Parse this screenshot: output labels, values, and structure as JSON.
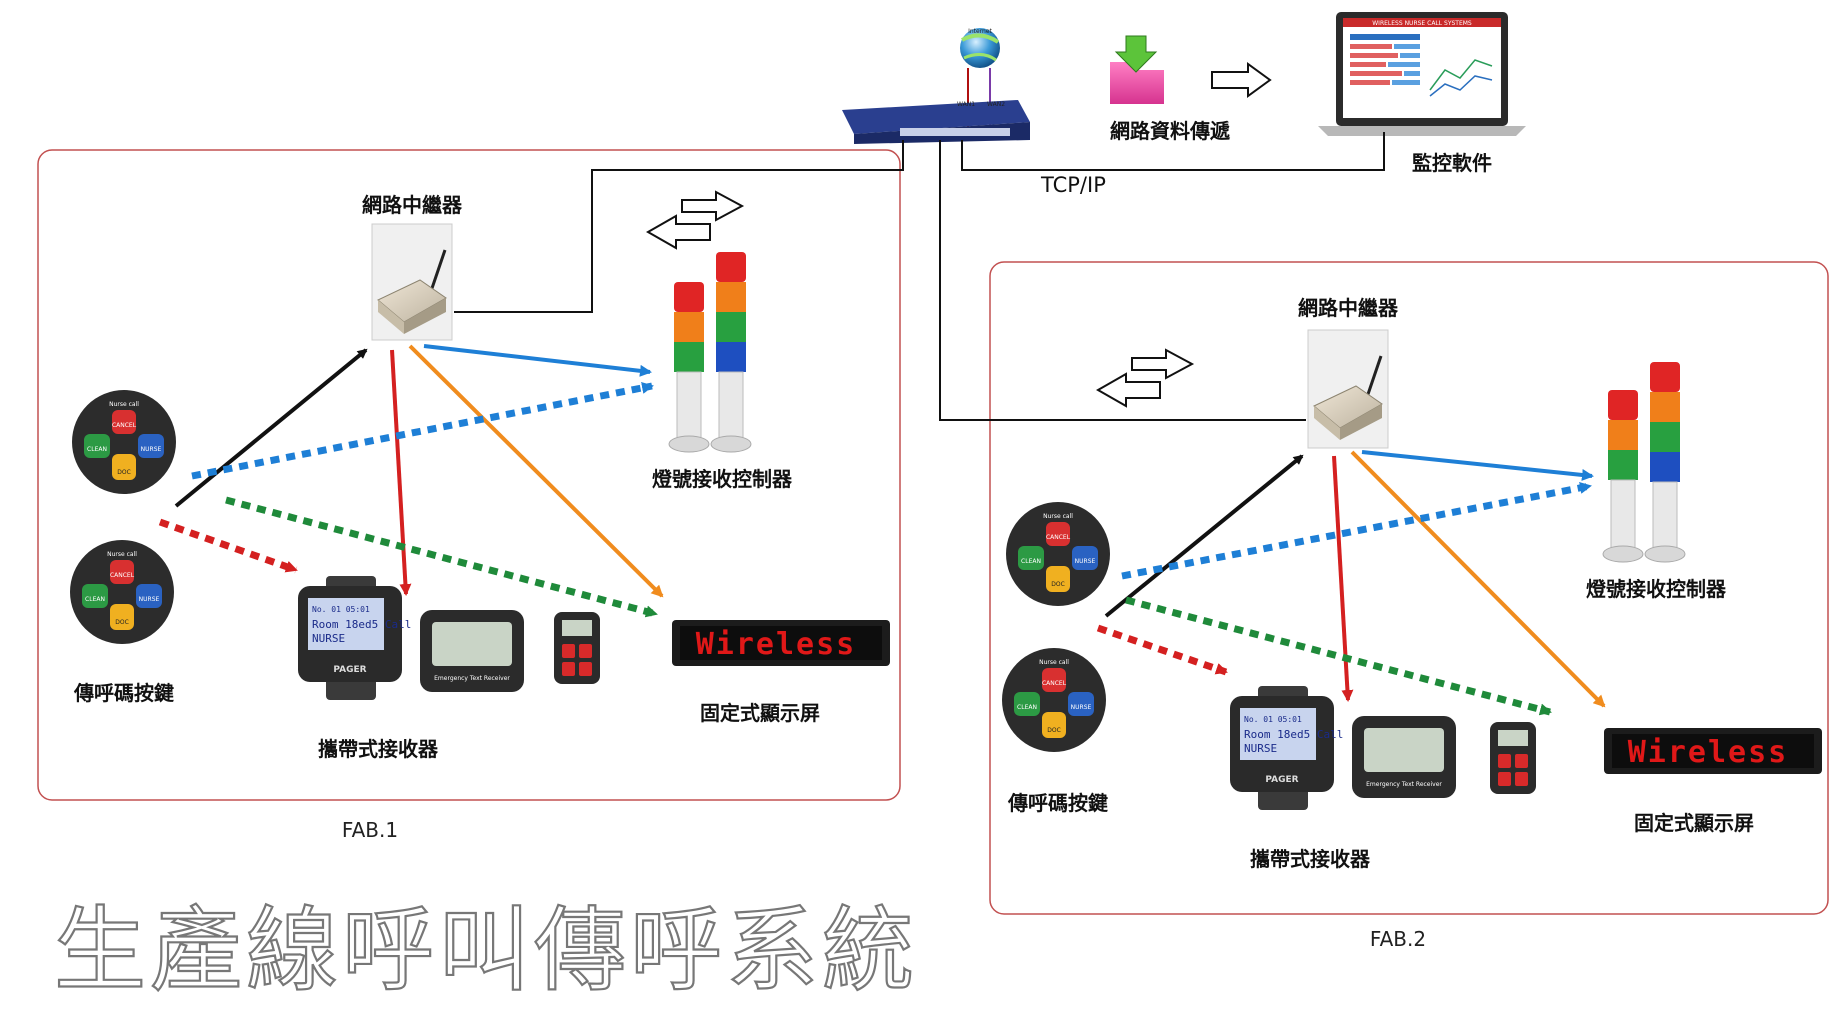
{
  "title": "生產線呼叫傳呼系統",
  "top": {
    "internet_label": "Internet",
    "wan1": "WAN1",
    "wan2": "WAN2",
    "data_transfer": "網路資料傳遞",
    "monitor_software": "監控軟件",
    "tcp_ip": "TCP/IP",
    "screen_title": "WIRELESS NURSE CALL SYSTEMS"
  },
  "fab1": {
    "name": "FAB.1",
    "repeater": "網路中繼器",
    "light_controller": "燈號接收控制器",
    "call_button": "傳呼碼按鍵",
    "portable_receiver": "攜帶式接收器",
    "fixed_display": "固定式顯示屏",
    "led_text": "Wireless"
  },
  "fab2": {
    "name": "FAB.2",
    "repeater": "網路中繼器",
    "light_controller": "燈號接收控制器",
    "call_button": "傳呼碼按鍵",
    "portable_receiver": "攜帶式接收器",
    "fixed_display": "固定式顯示屏",
    "led_text": "Wireless"
  },
  "button_panel": {
    "header": "Nurse call",
    "cancel": "CANCEL",
    "clean": "CLEAN",
    "nurse": "NURSE",
    "doc": "DOC"
  },
  "watch": {
    "line1": "No. 01 05:01",
    "line2": "Room 18ed5 Call",
    "line3": "NURSE",
    "brand": "PAGER"
  },
  "pager_label": "Emergency Text Receiver",
  "colors": {
    "black": "#111111",
    "blue": "#1e7fd6",
    "red": "#d42020",
    "orange": "#f08c1e",
    "green": "#1f8a3a",
    "frame": "#c25050"
  }
}
